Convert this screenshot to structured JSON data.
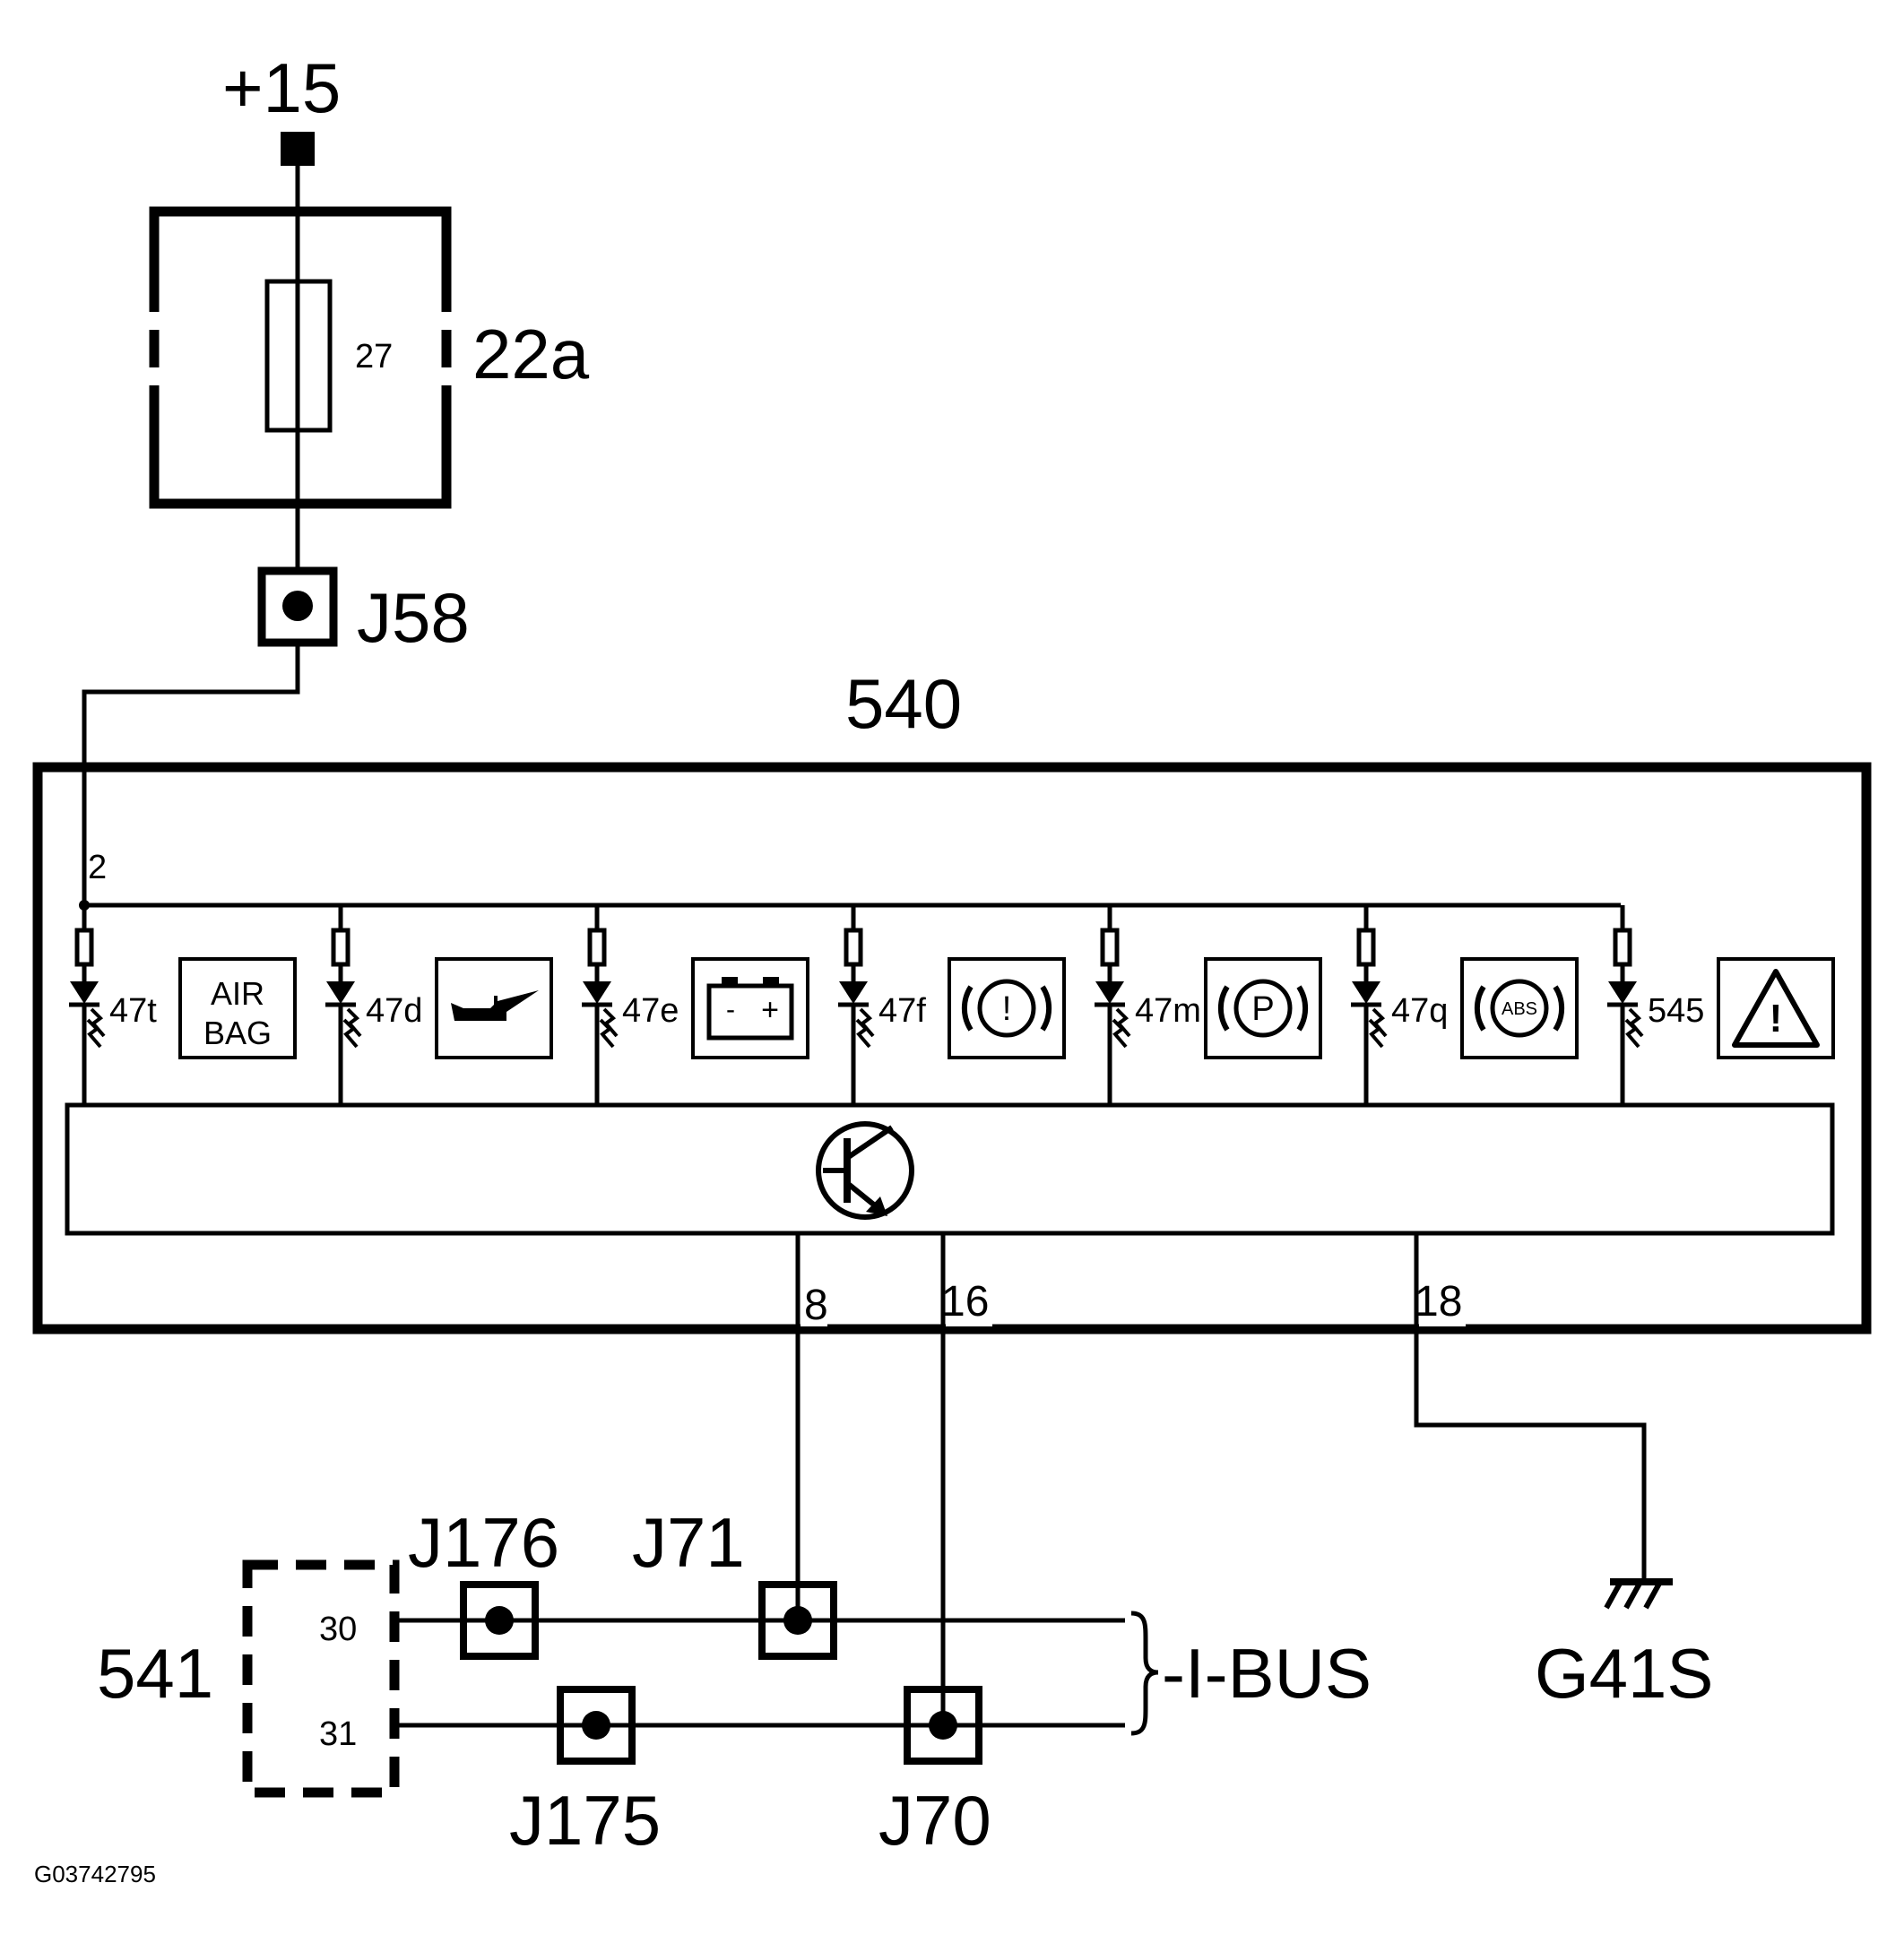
{
  "supply": {
    "label": "+15"
  },
  "fuse_box": {
    "label": "22a",
    "fuse_number": "27"
  },
  "connector_j58": {
    "label": "J58"
  },
  "cluster": {
    "label": "540",
    "feed_pin": "2"
  },
  "lamps": [
    {
      "id": "47t",
      "icon": "airbag-icon",
      "icon_text_1": "AIR",
      "icon_text_2": "BAG"
    },
    {
      "id": "47d",
      "icon": "oil-can-icon"
    },
    {
      "id": "47e",
      "icon": "battery-icon",
      "icon_text_1": "-",
      "icon_text_2": "+"
    },
    {
      "id": "47f",
      "icon": "brake-warning-icon",
      "icon_text_1": "!"
    },
    {
      "id": "47m",
      "icon": "parking-brake-icon",
      "icon_text_1": "P"
    },
    {
      "id": "47q",
      "icon": "abs-icon",
      "icon_text_1": "ABS"
    },
    {
      "id": "545",
      "icon": "hazard-triangle-icon",
      "icon_text_1": "!"
    }
  ],
  "pins": {
    "p8": "8",
    "p16": "16",
    "p18": "18"
  },
  "splices": {
    "j176": "J176",
    "j71": "J71",
    "j175": "J175",
    "j70": "J70"
  },
  "module_541": {
    "label": "541",
    "pin30": "30",
    "pin31": "31"
  },
  "bus": {
    "label": "-I-BUS"
  },
  "ground": {
    "label": "G41S"
  },
  "figure_id": "G03742795"
}
